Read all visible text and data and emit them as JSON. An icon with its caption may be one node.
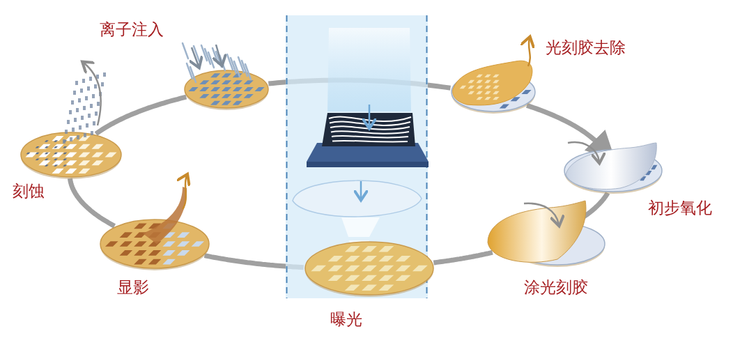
{
  "diagram": {
    "nodes": [
      {
        "text": [
          "离子注入"
        ]
      },
      {
        "text": [
          "光刻胶去除"
        ]
      },
      {
        "text": [
          "刻蚀"
        ]
      },
      {
        "text": [
          "初步氧化"
        ]
      },
      {
        "text": [
          "显影"
        ]
      },
      {
        "text": [
          "涂光刻胶"
        ]
      },
      {
        "text": [
          "曝光"
        ]
      }
    ],
    "edges": [
      {
        "from": 3,
        "to": 5,
        "arrow": "none"
      },
      {
        "from": 5,
        "to": 6,
        "arrow": "none"
      },
      {
        "from": 6,
        "to": 4,
        "arrow": "none"
      },
      {
        "from": 4,
        "to": 2,
        "arrow": "none"
      },
      {
        "from": 2,
        "to": 0,
        "arrow": "none"
      },
      {
        "from": 0,
        "to": 1,
        "arrow": "none"
      },
      {
        "from": 1,
        "to": 3,
        "arrow": "to"
      }
    ]
  }
}
